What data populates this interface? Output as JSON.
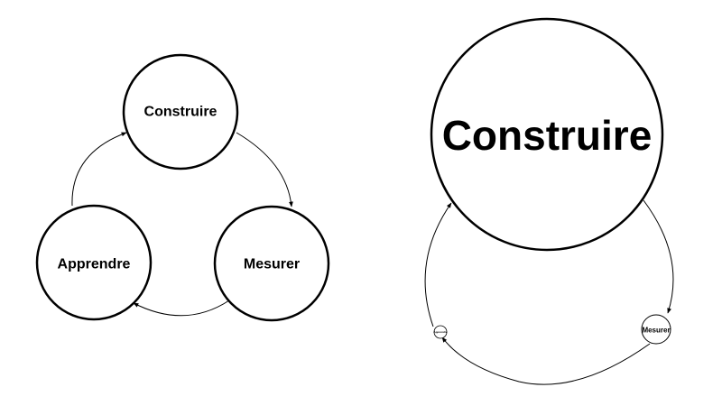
{
  "diagrams": {
    "balanced": {
      "top": "Construire",
      "right": "Mesurer",
      "left": "Apprendre"
    },
    "unbalanced": {
      "top": "Construire",
      "right": "Mesurer",
      "left": "Apprendre"
    }
  },
  "colors": {
    "stroke": "#000000",
    "fill": "#ffffff",
    "background": "#ffffff"
  }
}
